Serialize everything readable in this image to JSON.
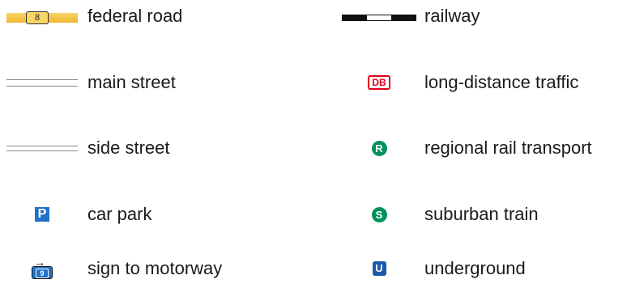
{
  "legend": {
    "left": [
      {
        "label": "federal road",
        "icon": "federal-road-icon",
        "shield_number": "8"
      },
      {
        "label": "main street",
        "icon": "main-street-icon"
      },
      {
        "label": "side street",
        "icon": "side-street-icon"
      },
      {
        "label": "car park",
        "icon": "car-park-icon",
        "glyph": "P"
      },
      {
        "label": "sign to motorway",
        "icon": "motorway-sign-icon",
        "sign_number": "9"
      }
    ],
    "right": [
      {
        "label": "railway",
        "icon": "railway-icon"
      },
      {
        "label": "long-distance traffic",
        "icon": "db-icon",
        "glyph": "DB"
      },
      {
        "label": "regional rail transport",
        "icon": "regional-rail-icon",
        "glyph": "R"
      },
      {
        "label": "suburban train",
        "icon": "suburban-train-icon",
        "glyph": "S"
      },
      {
        "label": "underground",
        "icon": "underground-icon",
        "glyph": "U"
      }
    ]
  },
  "colors": {
    "federal_road": "#f0b72e",
    "car_park": "#1e73c8",
    "db": "#e3001b",
    "regional": "#00935a",
    "suburban": "#00935a",
    "underground": "#1b5aa8"
  }
}
